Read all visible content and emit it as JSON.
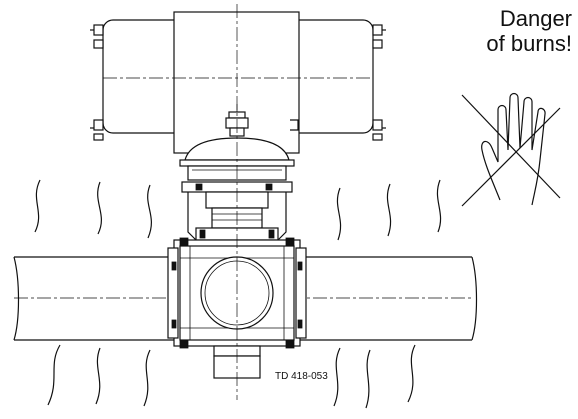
{
  "warning": {
    "line1": "Danger",
    "line2": "of burns!"
  },
  "drawing_number": "TD 418-053",
  "icons": {
    "hand_symbol": "prohibited-hand-icon"
  }
}
